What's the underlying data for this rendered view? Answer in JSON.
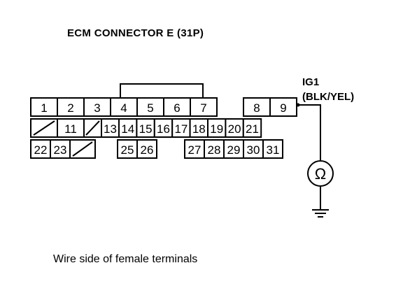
{
  "title": "ECM CONNECTOR E (31P)",
  "caption": "Wire side of female terminals",
  "wire": {
    "circuit": "IG1",
    "color": "(BLK/YEL)"
  },
  "meter_symbol": "Ω",
  "ground_icon": "ground-symbol",
  "pins": {
    "row1": [
      "1",
      "2",
      "3",
      "4",
      "5",
      "6",
      "7",
      "8",
      "9"
    ],
    "row2": [
      "11",
      "13",
      "14",
      "15",
      "16",
      "17",
      "18",
      "19",
      "20",
      "21"
    ],
    "row3": [
      "22",
      "23",
      "25",
      "26",
      "27",
      "28",
      "29",
      "30",
      "31"
    ]
  }
}
